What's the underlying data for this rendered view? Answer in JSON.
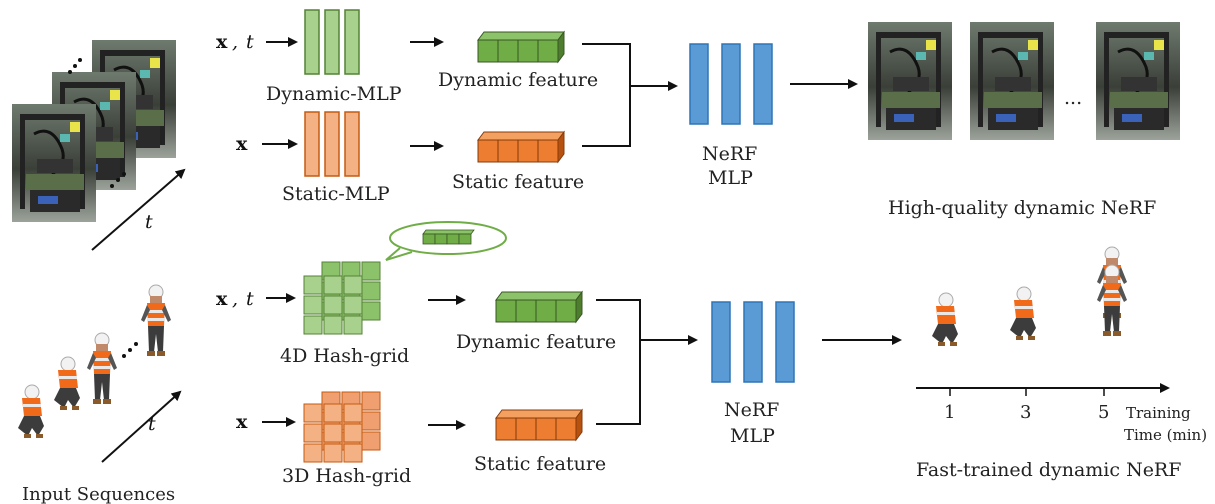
{
  "top": {
    "input_dynamic": {
      "x": "x",
      "sep": ",",
      "t": "t"
    },
    "input_static": {
      "x": "x"
    },
    "dynamic_mlp_label": "Dynamic-MLP",
    "static_mlp_label": "Static-MLP",
    "dynamic_feature_label": "Dynamic feature",
    "static_feature_label": "Static feature",
    "nerf_mlp_label_1": "NeRF",
    "nerf_mlp_label_2": "MLP",
    "output_label": "High-quality dynamic NeRF",
    "ellipsis": "..."
  },
  "bottom": {
    "input_dynamic": {
      "x": "x",
      "sep": ",",
      "t": "t"
    },
    "input_static": {
      "x": "x"
    },
    "hash4d_label": "4D Hash-grid",
    "hash3d_label": "3D Hash-grid",
    "dynamic_feature_label": "Dynamic feature",
    "static_feature_label": "Static feature",
    "nerf_mlp_label_1": "NeRF",
    "nerf_mlp_label_2": "MLP",
    "output_label": "Fast-trained dynamic NeRF",
    "timeline": {
      "ticks": [
        "1",
        "3",
        "5"
      ],
      "axis_label_1": "Training",
      "axis_label_2": "Time (min)"
    }
  },
  "left": {
    "t_symbol_top": "t",
    "t_symbol_bottom": "t",
    "input_label": "Input Sequences"
  },
  "colors": {
    "green_fill": "#a9d18e",
    "green_stroke": "#548235",
    "green_feature": "#70ad47",
    "orange_fill": "#f4b183",
    "orange_stroke": "#c55a11",
    "orange_feature": "#ed7d31",
    "blue_fill": "#5b9bd5",
    "blue_stroke": "#2e75b6"
  },
  "icons": [
    "printer-photo",
    "worker-figure",
    "cube-grid",
    "speech-bubble"
  ]
}
